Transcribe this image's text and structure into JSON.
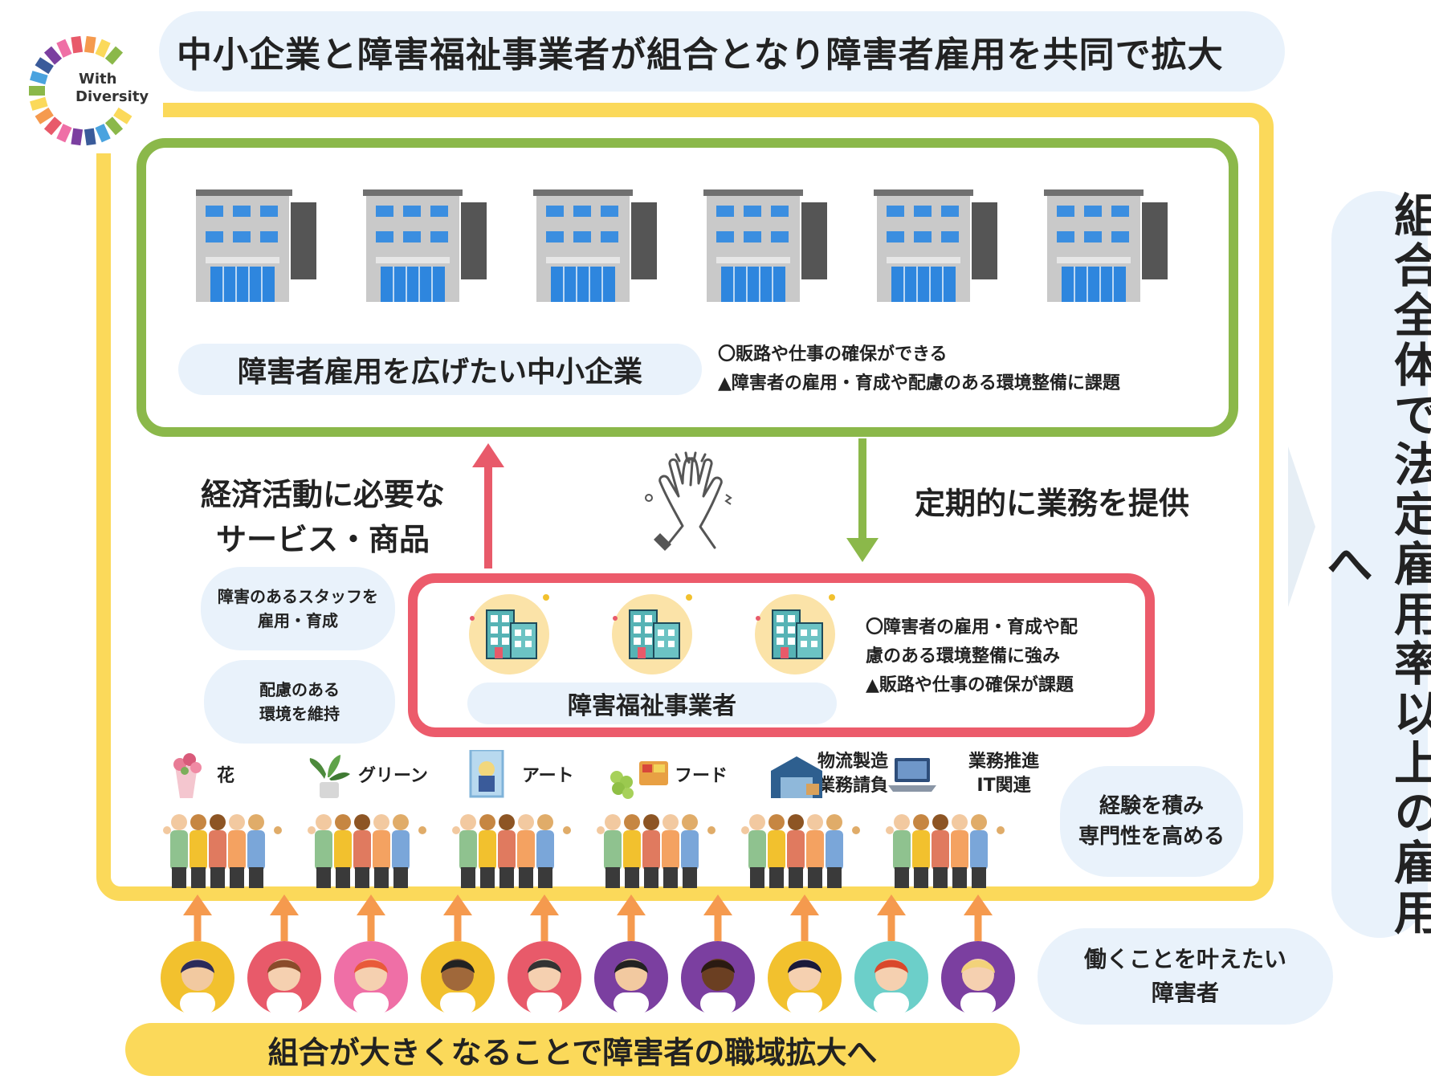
{
  "logo": {
    "line1": "With",
    "line2": "Diversity"
  },
  "title": "中小企業と障害福祉事業者が組合となり障害者雇用を共同で拡大",
  "sme": {
    "label": "障害者雇用を広げたい中小企業",
    "notes": [
      "〇販路や仕事の確保ができる",
      "▲障害者の雇用・育成や配慮のある環境整備に課題"
    ]
  },
  "left_flow": {
    "line1": "経済活動に必要な",
    "line2": "サービス・商品"
  },
  "right_flow": "定期的に業務を提供",
  "welfare": {
    "label": "障害福祉事業者",
    "notes": [
      "〇障害者の雇用・育成や配",
      "慮のある環境整備に強み",
      "▲販路や仕事の確保が課題"
    ]
  },
  "side_pills": [
    {
      "line1": "障害のあるスタッフを",
      "line2": "雇用・育成"
    },
    {
      "line1": "配慮のある",
      "line2": "環境を維持"
    }
  ],
  "categories": [
    {
      "label": "花"
    },
    {
      "label": "グリーン"
    },
    {
      "label": "アート"
    },
    {
      "label": "フード"
    },
    {
      "label": "物流製造\n業務請負"
    },
    {
      "label": "業務推進\nIT関連"
    }
  ],
  "experience_pill": {
    "line1": "経験を積み",
    "line2": "専門性を高める"
  },
  "workers_pill": {
    "line1": "働くことを叶えたい",
    "line2": "障害者"
  },
  "bottom_banner": "組合が大きくなることで障害者の職域拡大へ",
  "right_banner": "組合全体で法定雇用率以上の雇用へ",
  "colors": {
    "yellow": "#fbd95a",
    "green": "#8bb84a",
    "red": "#ec5b6b",
    "pink_arrow": "#e85a6a",
    "orange_arrow": "#f59a4e",
    "light_blue": "#e9f2fb"
  },
  "avatar_colors": [
    "#f2c12e",
    "#e85a6a",
    "#ef6fa6",
    "#f2c12e",
    "#e85a6a",
    "#7b3fa0",
    "#7b3fa0",
    "#f2c12e",
    "#6ccfc9",
    "#7b3fa0"
  ]
}
